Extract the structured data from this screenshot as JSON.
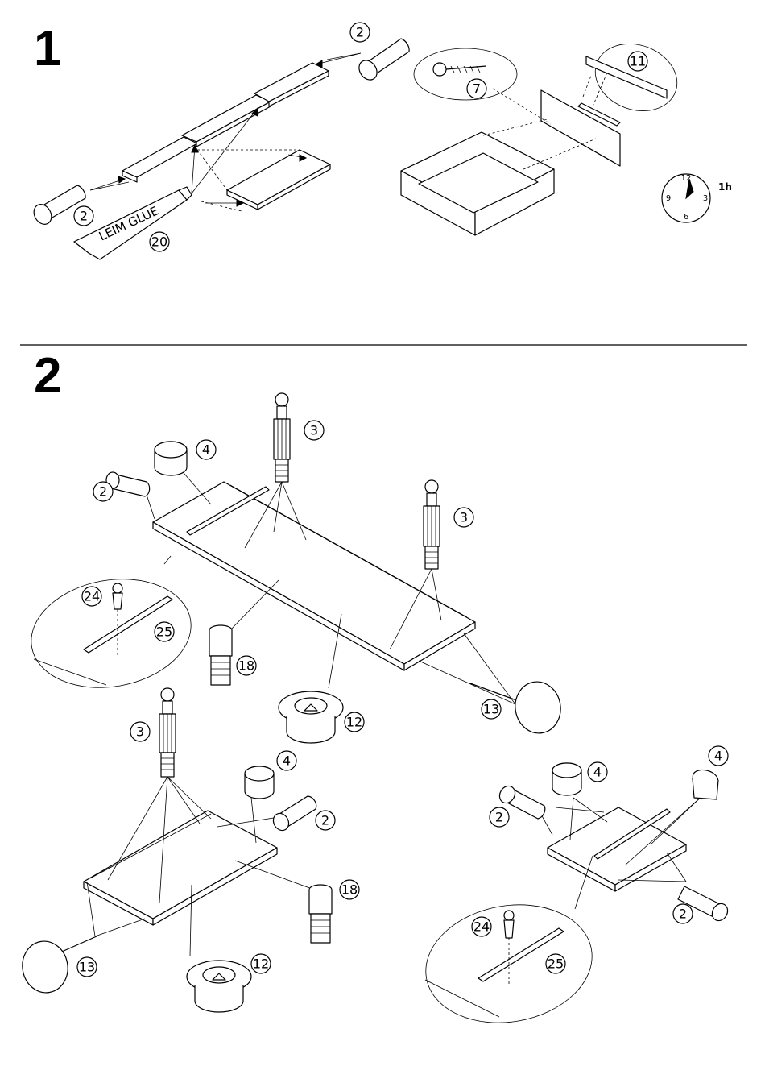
{
  "steps": [
    {
      "number": "1"
    },
    {
      "number": "2"
    }
  ],
  "glue_tube_label": "LEIM GLUE",
  "clock": {
    "label": "1h",
    "dial_numbers": [
      "12",
      "3",
      "6",
      "9"
    ]
  },
  "callouts": {
    "s1_dowel_top": "2",
    "s1_dowel_left": "2",
    "s1_glue": "20",
    "s1_screw": "7",
    "s1_rail": "11",
    "s2_cam_top": "4",
    "s2_dowel_top": "2",
    "s2_bolt_a": "3",
    "s2_bolt_b": "3",
    "s2_screw_detail_a": "24",
    "s2_rail_detail_a": "25",
    "s2_bush_a": "18",
    "s2_foot_a": "12",
    "s2_leg_a": "13",
    "s2_bolt_c": "3",
    "s2_cam_mid": "4",
    "s2_dowel_mid": "2",
    "s2_bush_b": "18",
    "s2_leg_b": "13",
    "s2_foot_b": "12",
    "s2_cam_r1": "4",
    "s2_cam_r2": "4",
    "s2_dowel_r1": "2",
    "s2_dowel_r2": "2",
    "s2_screw_detail_b": "24",
    "s2_rail_detail_b": "25"
  }
}
